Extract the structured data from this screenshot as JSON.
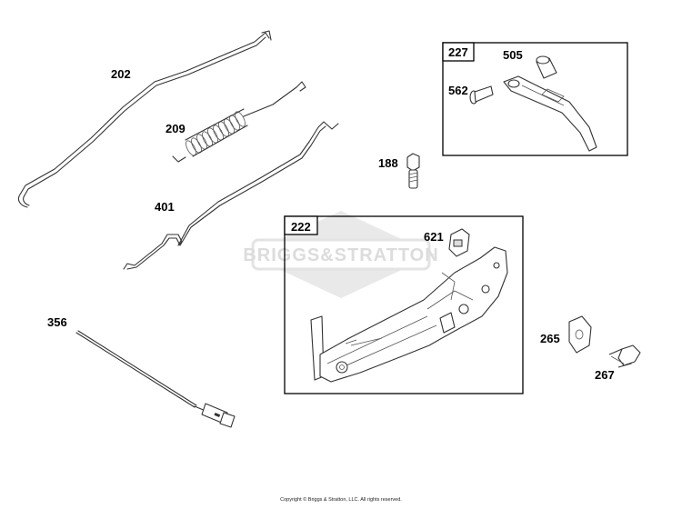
{
  "watermark": {
    "brand": "BRIGGS&STRATTON"
  },
  "parts": {
    "p202": "202",
    "p209": "209",
    "p401": "401",
    "p356": "356",
    "p188": "188",
    "p621": "621",
    "p265": "265",
    "p267": "267",
    "p505": "505",
    "p562": "562"
  },
  "boxes": {
    "box227": "227",
    "box222": "222"
  },
  "footer": {
    "copyright": "Copyright © Briggs & Stratton, LLC. All rights reserved."
  }
}
